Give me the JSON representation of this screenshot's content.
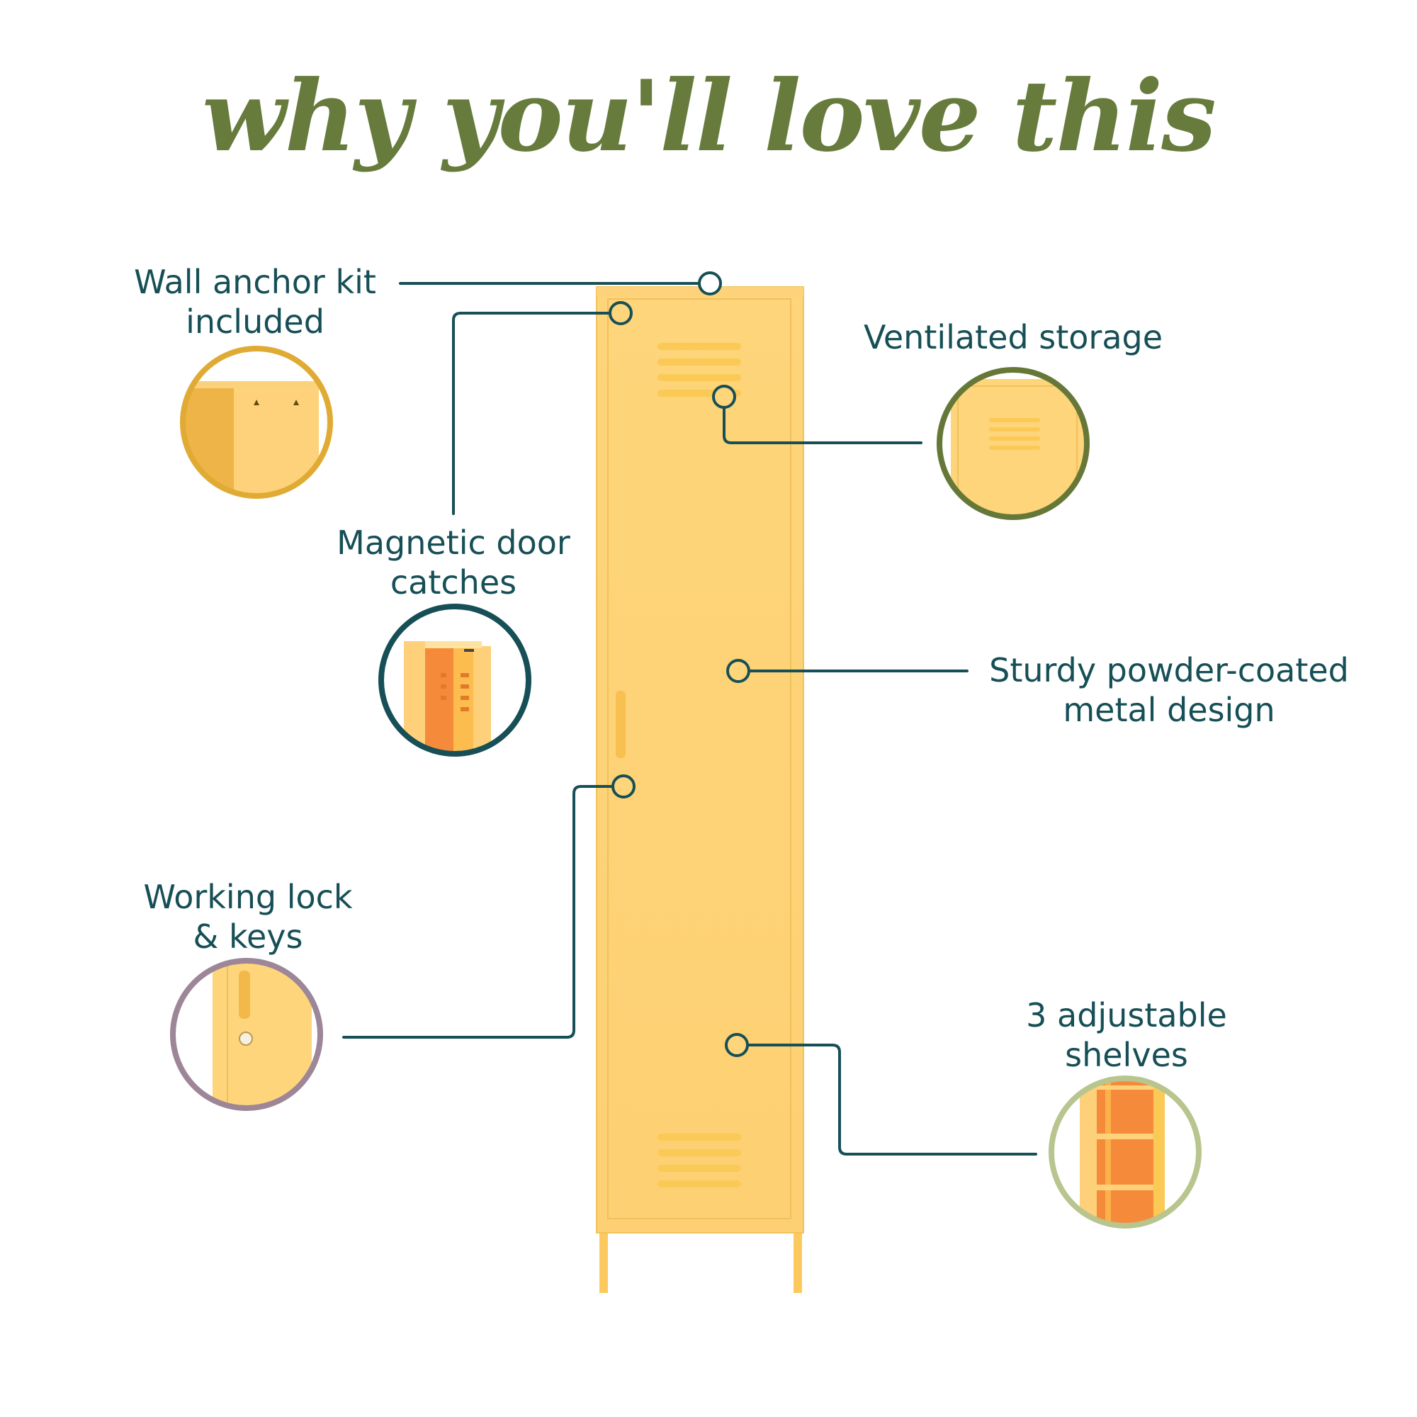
{
  "headline": "why you'll love this",
  "colors": {
    "headline": "#677b3c",
    "label_text": "#164f56",
    "connector": "#164f56",
    "locker_body": "#fed57a",
    "locker_edge": "#f2c35a",
    "locker_interior": "#f58a3a",
    "ring_wall_anchor": "#e0ab34",
    "ring_magnetic": "#164f56",
    "ring_ventilated": "#667838",
    "ring_lock": "#9c8697",
    "ring_shelves": "#b9c58e"
  },
  "features": [
    {
      "id": "wall-anchor",
      "line1": "Wall anchor kit",
      "line2": "included"
    },
    {
      "id": "magnetic",
      "line1": "Magnetic door",
      "line2": "catches"
    },
    {
      "id": "ventilated",
      "line1": "Ventilated storage",
      "line2": ""
    },
    {
      "id": "sturdy",
      "line1": "Sturdy powder-coated",
      "line2": "metal design"
    },
    {
      "id": "lock",
      "line1": "Working lock",
      "line2": "& keys"
    },
    {
      "id": "shelves",
      "line1": "3 adjustable",
      "line2": "shelves"
    }
  ]
}
